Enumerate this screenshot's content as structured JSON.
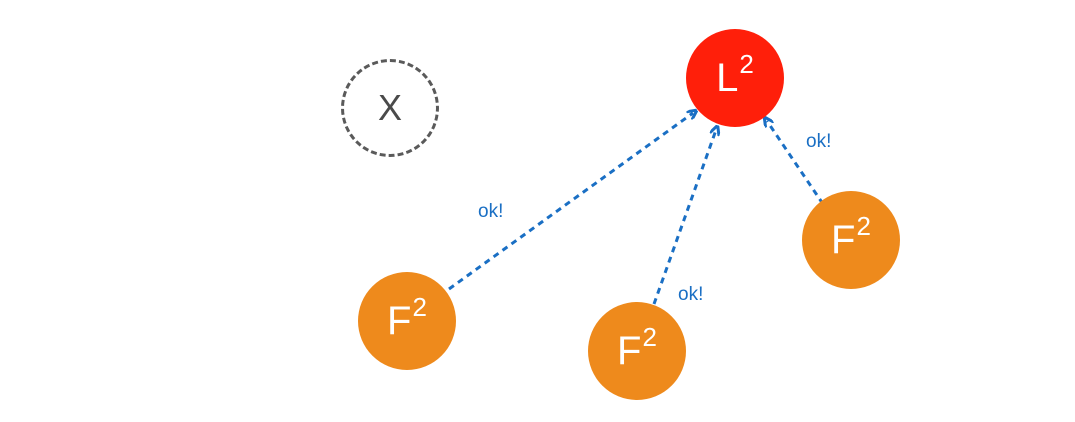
{
  "nodes": {
    "crashed": {
      "text": "X"
    },
    "leader": {
      "letter": "L",
      "sup": "2"
    },
    "follower_left": {
      "letter": "F",
      "sup": "2"
    },
    "follower_middle": {
      "letter": "F",
      "sup": "2"
    },
    "follower_right": {
      "letter": "F",
      "sup": "2"
    }
  },
  "messages": {
    "left": "ok!",
    "middle": "ok!",
    "right": "ok!"
  },
  "colors": {
    "leader": "#ff1f0a",
    "follower": "#ee8a1c",
    "arrow": "#1a6fc4",
    "crashed_border": "#5a5a5a"
  }
}
